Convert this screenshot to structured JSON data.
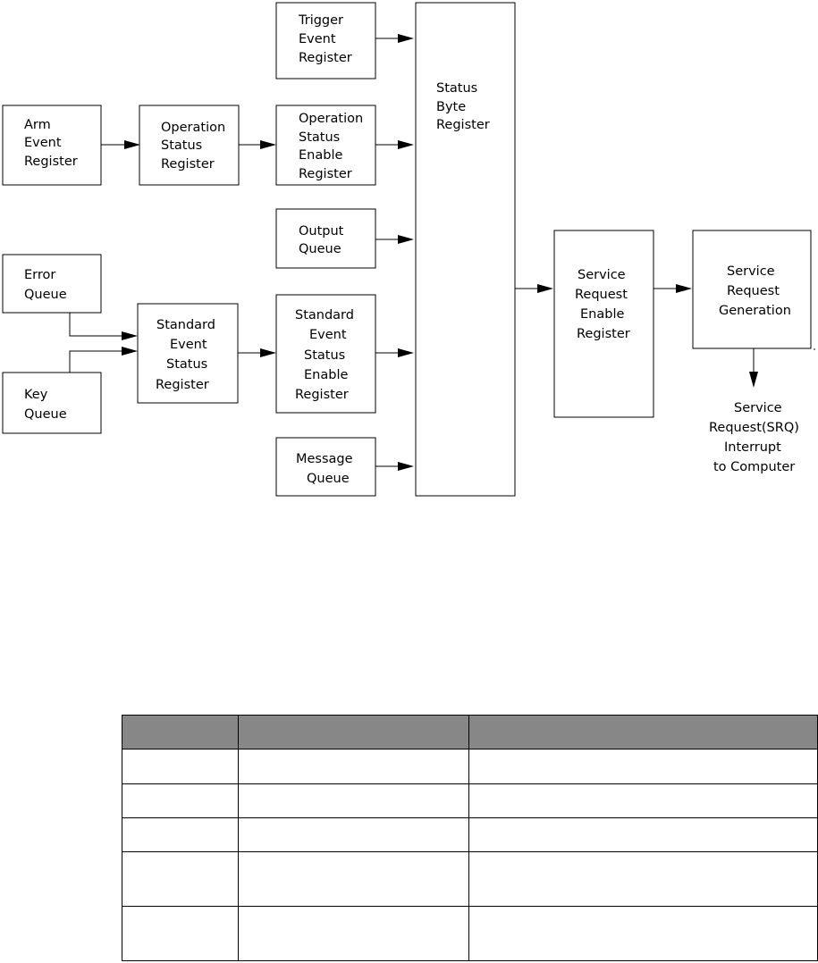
{
  "boxes": {
    "trigger_event": [
      "Trigger",
      "Event",
      "Register"
    ],
    "arm_event": [
      "Arm",
      "Event",
      "Register"
    ],
    "operation_status": [
      "Operation",
      "Status",
      "Register"
    ],
    "operation_status_enable": [
      "Operation",
      "Status",
      "Enable",
      "Register"
    ],
    "output_queue": [
      "Output",
      "Queue"
    ],
    "error_queue": [
      "Error",
      "Queue"
    ],
    "key_queue": [
      "Key",
      "Queue"
    ],
    "standard_event_status": [
      "Standard",
      "Event",
      "Status",
      "Register"
    ],
    "standard_event_status_enable": [
      "Standard",
      "Event",
      "Status",
      "Enable",
      "Register"
    ],
    "message_queue": [
      "Message",
      "Queue"
    ],
    "status_byte": [
      "Status",
      "Byte",
      "Register"
    ],
    "service_request_enable": [
      "Service",
      "Request",
      "Enable",
      "Register"
    ],
    "service_request_generation": [
      "Service",
      "Request",
      "Generation"
    ]
  },
  "output_label": [
    "Service",
    "Request(SRQ)",
    "Interrupt",
    "to Computer"
  ],
  "table": {
    "headers": [
      "",
      "",
      ""
    ],
    "rows": [
      [
        "",
        "",
        ""
      ],
      [
        "",
        "",
        ""
      ],
      [
        "",
        "",
        ""
      ],
      [
        "",
        "",
        ""
      ],
      [
        "",
        "",
        ""
      ]
    ]
  }
}
